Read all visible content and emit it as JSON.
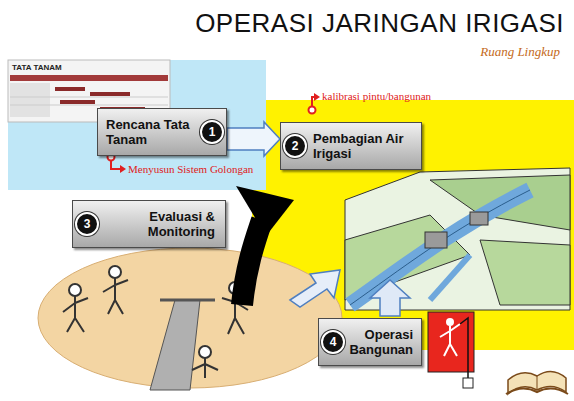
{
  "diagram": {
    "title": "OPERASI JARINGAN IRIGASI",
    "nodes": [
      {
        "text": [
          "Rencana Tata Tanam"
        ]
      },
      {
        "text": [
          "Pembagian Air Irigasi"
        ]
      },
      {
        "text": [
          "Evaluasi & Monitoring"
        ]
      },
      {
        "text": [
          "Operasi Bangunan"
        ]
      }
    ],
    "edges": [
      {
        "from": 0,
        "to": 1,
        "arrow": "to"
      }
    ],
    "labels": [
      "Ruang Lingkup",
      "TATA TANAM",
      "Menyusun Sistem Golongan",
      "kalibrasi pintu/bangunan",
      "1",
      "2",
      "3",
      "4"
    ]
  }
}
